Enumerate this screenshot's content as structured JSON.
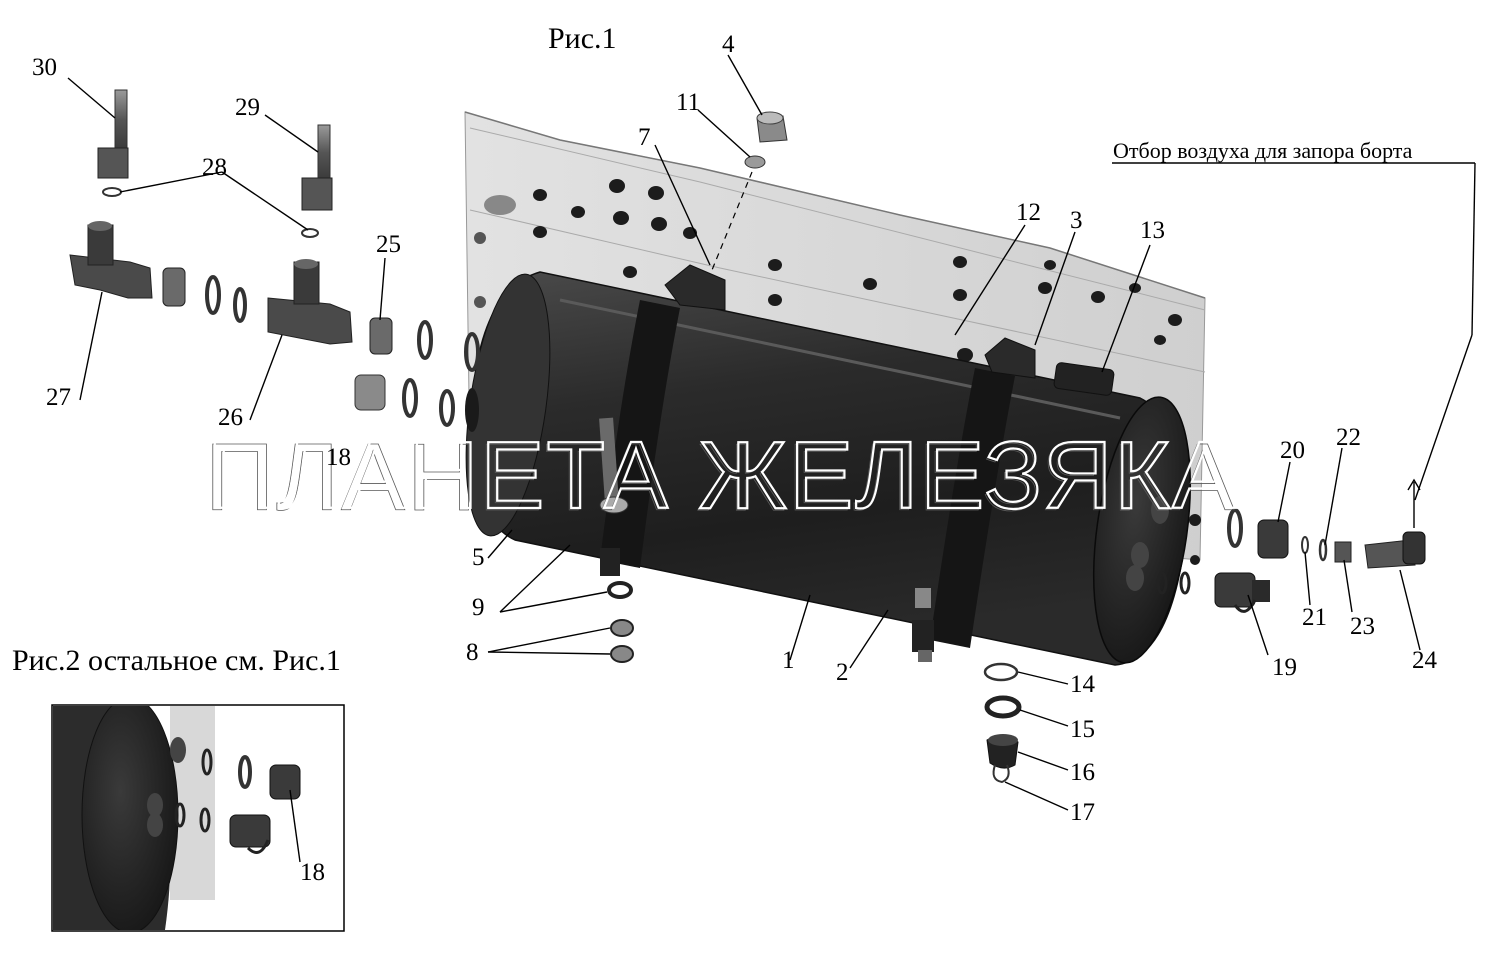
{
  "captions": {
    "fig1": "Рис.1",
    "fig2": "Рис.2  остальное см. Рис.1",
    "air_note": "Отбор воздуха для запора борта",
    "watermark": "ПЛАНЕТА ЖЕЛЕЗЯКА"
  },
  "callouts": [
    "1",
    "2",
    "3",
    "4",
    "5",
    "7",
    "8",
    "9",
    "11",
    "12",
    "13",
    "14",
    "15",
    "16",
    "17",
    "18",
    "19",
    "20",
    "21",
    "22",
    "23",
    "24",
    "25",
    "26",
    "27",
    "28",
    "29",
    "30"
  ],
  "inset_callout": "18",
  "colors": {
    "tank": "#2a2a2a",
    "panel": "#d6d6d6",
    "part": "#3a3a3a"
  }
}
